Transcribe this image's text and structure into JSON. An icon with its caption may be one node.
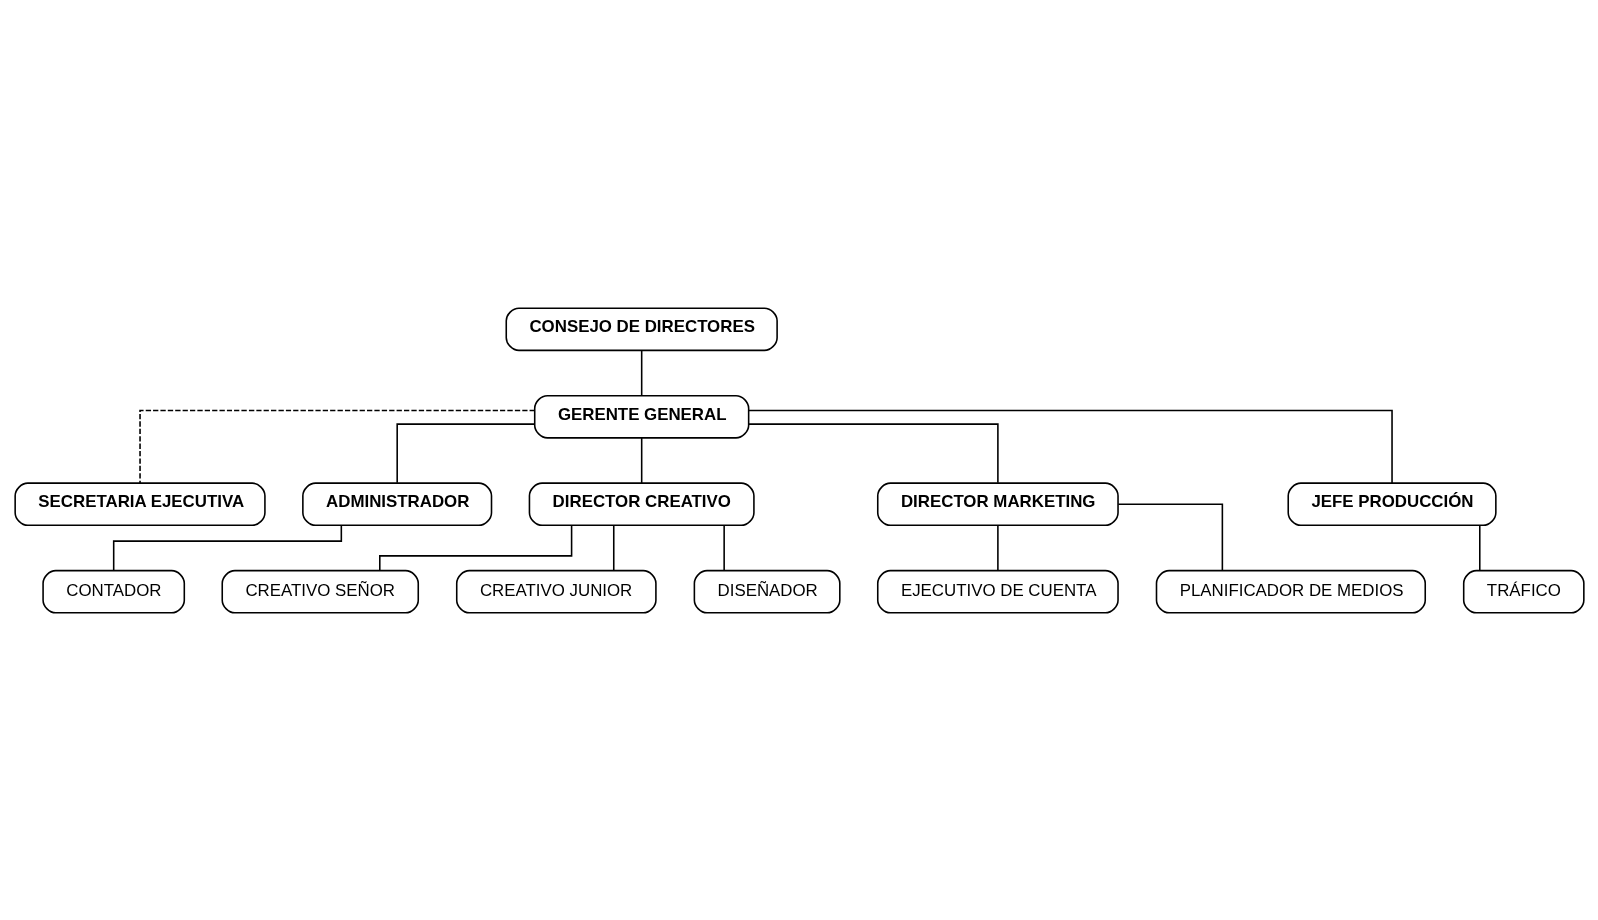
{
  "diagram": {
    "nodes": [
      {
        "text": [
          "CONSEJO DE DIRECTORES"
        ]
      },
      {
        "text": [
          "GERENTE GENERAL"
        ]
      },
      {
        "text": [
          "SECRETARIA EJECUTIVA"
        ]
      },
      {
        "text": [
          "ADMINISTRADOR"
        ]
      },
      {
        "text": [
          "DIRECTOR CREATIVO"
        ]
      },
      {
        "text": [
          "DIRECTOR MARKETING"
        ]
      },
      {
        "text": [
          "JEFE PRODUCCIÓN"
        ]
      },
      {
        "text": [
          "CONTADOR"
        ]
      },
      {
        "text": [
          "CREATIVO SEÑOR"
        ]
      },
      {
        "text": [
          "CREATIVO JUNIOR"
        ]
      },
      {
        "text": [
          "DISEÑADOR"
        ]
      },
      {
        "text": [
          "EJECUTIVO DE CUENTA"
        ]
      },
      {
        "text": [
          "PLANIFICADOR DE MEDIOS"
        ]
      },
      {
        "text": [
          "TRÁFICO"
        ]
      }
    ],
    "edges": [
      {
        "from": 0,
        "to": 1,
        "arrow": "none"
      },
      {
        "from": 1,
        "to": 2,
        "arrow": "none",
        "style": "dashed"
      },
      {
        "from": 1,
        "to": 3,
        "arrow": "none"
      },
      {
        "from": 1,
        "to": 4,
        "arrow": "none"
      },
      {
        "from": 1,
        "to": 5,
        "arrow": "none"
      },
      {
        "from": 1,
        "to": 6,
        "arrow": "none"
      },
      {
        "from": 3,
        "to": 7,
        "arrow": "none"
      },
      {
        "from": 4,
        "to": 8,
        "arrow": "none"
      },
      {
        "from": 4,
        "to": 9,
        "arrow": "none"
      },
      {
        "from": 4,
        "to": 10,
        "arrow": "none"
      },
      {
        "from": 5,
        "to": 11,
        "arrow": "none"
      },
      {
        "from": 5,
        "to": 12,
        "arrow": "none"
      },
      {
        "from": 6,
        "to": 13,
        "arrow": "none"
      }
    ]
  }
}
